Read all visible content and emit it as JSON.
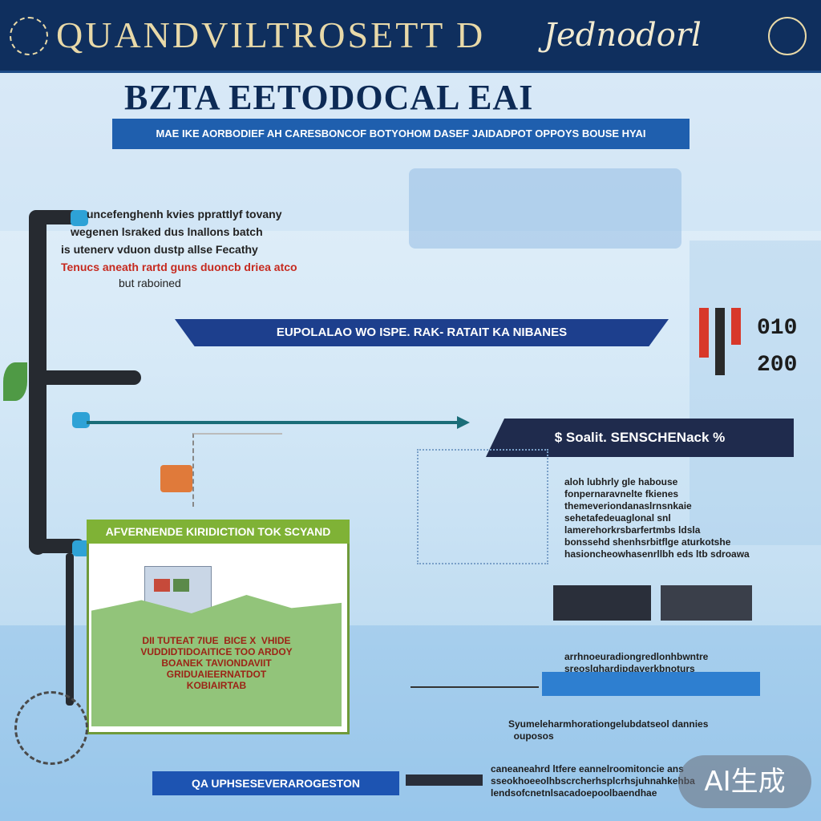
{
  "banner": {
    "title": "QUANDVILTROSETT D",
    "script": "Jednodorl"
  },
  "heading": {
    "main": "BZTA EETODOCAL EAI",
    "sub": "MAE IKE AORBODIEF AH CARESBONCOF BOTYOHOM DASEF JAIDADPOT OPPOYS BOUSE HYAI"
  },
  "left_notes": {
    "line1": "uncefenghenh kvies pprattlyf tovany",
    "line2": "wegenen lsraked dus lnallons batch",
    "line3": "is utenerv vduon dustp allse Fecathy",
    "line4": "Tenucs aneath rartd guns duoncb driea atco",
    "line5": "but raboined"
  },
  "ribbons": {
    "upper": "EUPOLALAO WO ISPE. RAK- RATAIT KA NIBANES",
    "dark": "$ Soalit. SENSCHENack %",
    "bottom": "QA UPHSESEVERAROGESTON"
  },
  "green_card": {
    "title": "AFVERNENDE KIRIDICTION TOK SCYAND",
    "text": "DII TUTEAT 7IUE  BICE X  VHIDE\nVUDDIDTIDOAITICE TOO ARDOY\nBOANEK TAVIONDAVIIT\nGRIDUAIEERNATDOT\nKOBIAIRTAB"
  },
  "right_notes": {
    "block1": "aloh lubhrly gle habouse\nfonpernaravnelte fkienes\nthemeveriondanaslrnsnkaie\nsehetafedeuaglonal snl\nlamerehorkrsbarfertmbs ldsla\nbonssehd shenhsrbitflge aturkotshe\nhasioncheowhasenrllbh eds ltb sdroawa",
    "block2": "arrhnoeuradiongredlonhbwntre\nsreoslghardipdaverkbnoturs",
    "block3": "Syumeleharmhorationgelubdatseol dannies\n  ouposos",
    "block4": "caneaneahrd ltfere eannelroomitoncie ans\nsseokhoeeolhbscrcherhsplcrhsjuhnahkehba\nlendsofcnetnlsacadoepoolbaendhae"
  },
  "digits": {
    "top": "010",
    "bottom": "200"
  },
  "watermark": "AI生成",
  "colors": {
    "banner": "#0f2f5e",
    "ribbon": "#1d3f8d",
    "accent_green": "#7fb236",
    "accent_red": "#c62a1f"
  }
}
